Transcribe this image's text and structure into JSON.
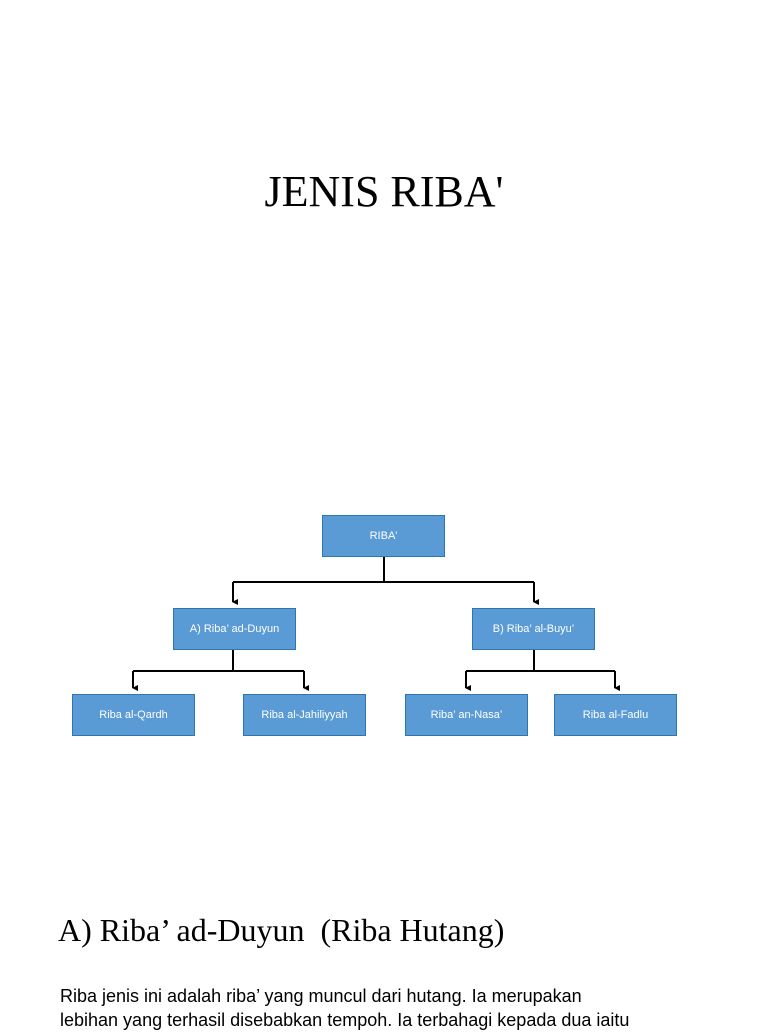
{
  "title": "JENIS RIBA'",
  "colors": {
    "node_fill": "#5B9BD5",
    "node_border": "#2E75B6",
    "node_text": "#FFFFFF",
    "connector": "#000000"
  },
  "hierarchy": {
    "root": "RIBA'",
    "branches": [
      {
        "label": "A) Riba’ ad-Duyun",
        "children": [
          "Riba al-Qardh",
          "Riba al-Jahiliyyah"
        ]
      },
      {
        "label": "B) Riba’ al-Buyu’",
        "children": [
          "Riba’ an-Nasa’",
          "Riba al-Fadlu"
        ]
      }
    ]
  },
  "section": {
    "heading": "A) Riba’ ad-Duyun  (Riba Hutang)",
    "body_lines": [
      "Riba jenis ini adalah riba’ yang muncul dari hutang. Ia merupakan",
      "lebihan yang terhasil disebabkan tempoh. Ia terbahagi kepada dua iaitu"
    ]
  }
}
